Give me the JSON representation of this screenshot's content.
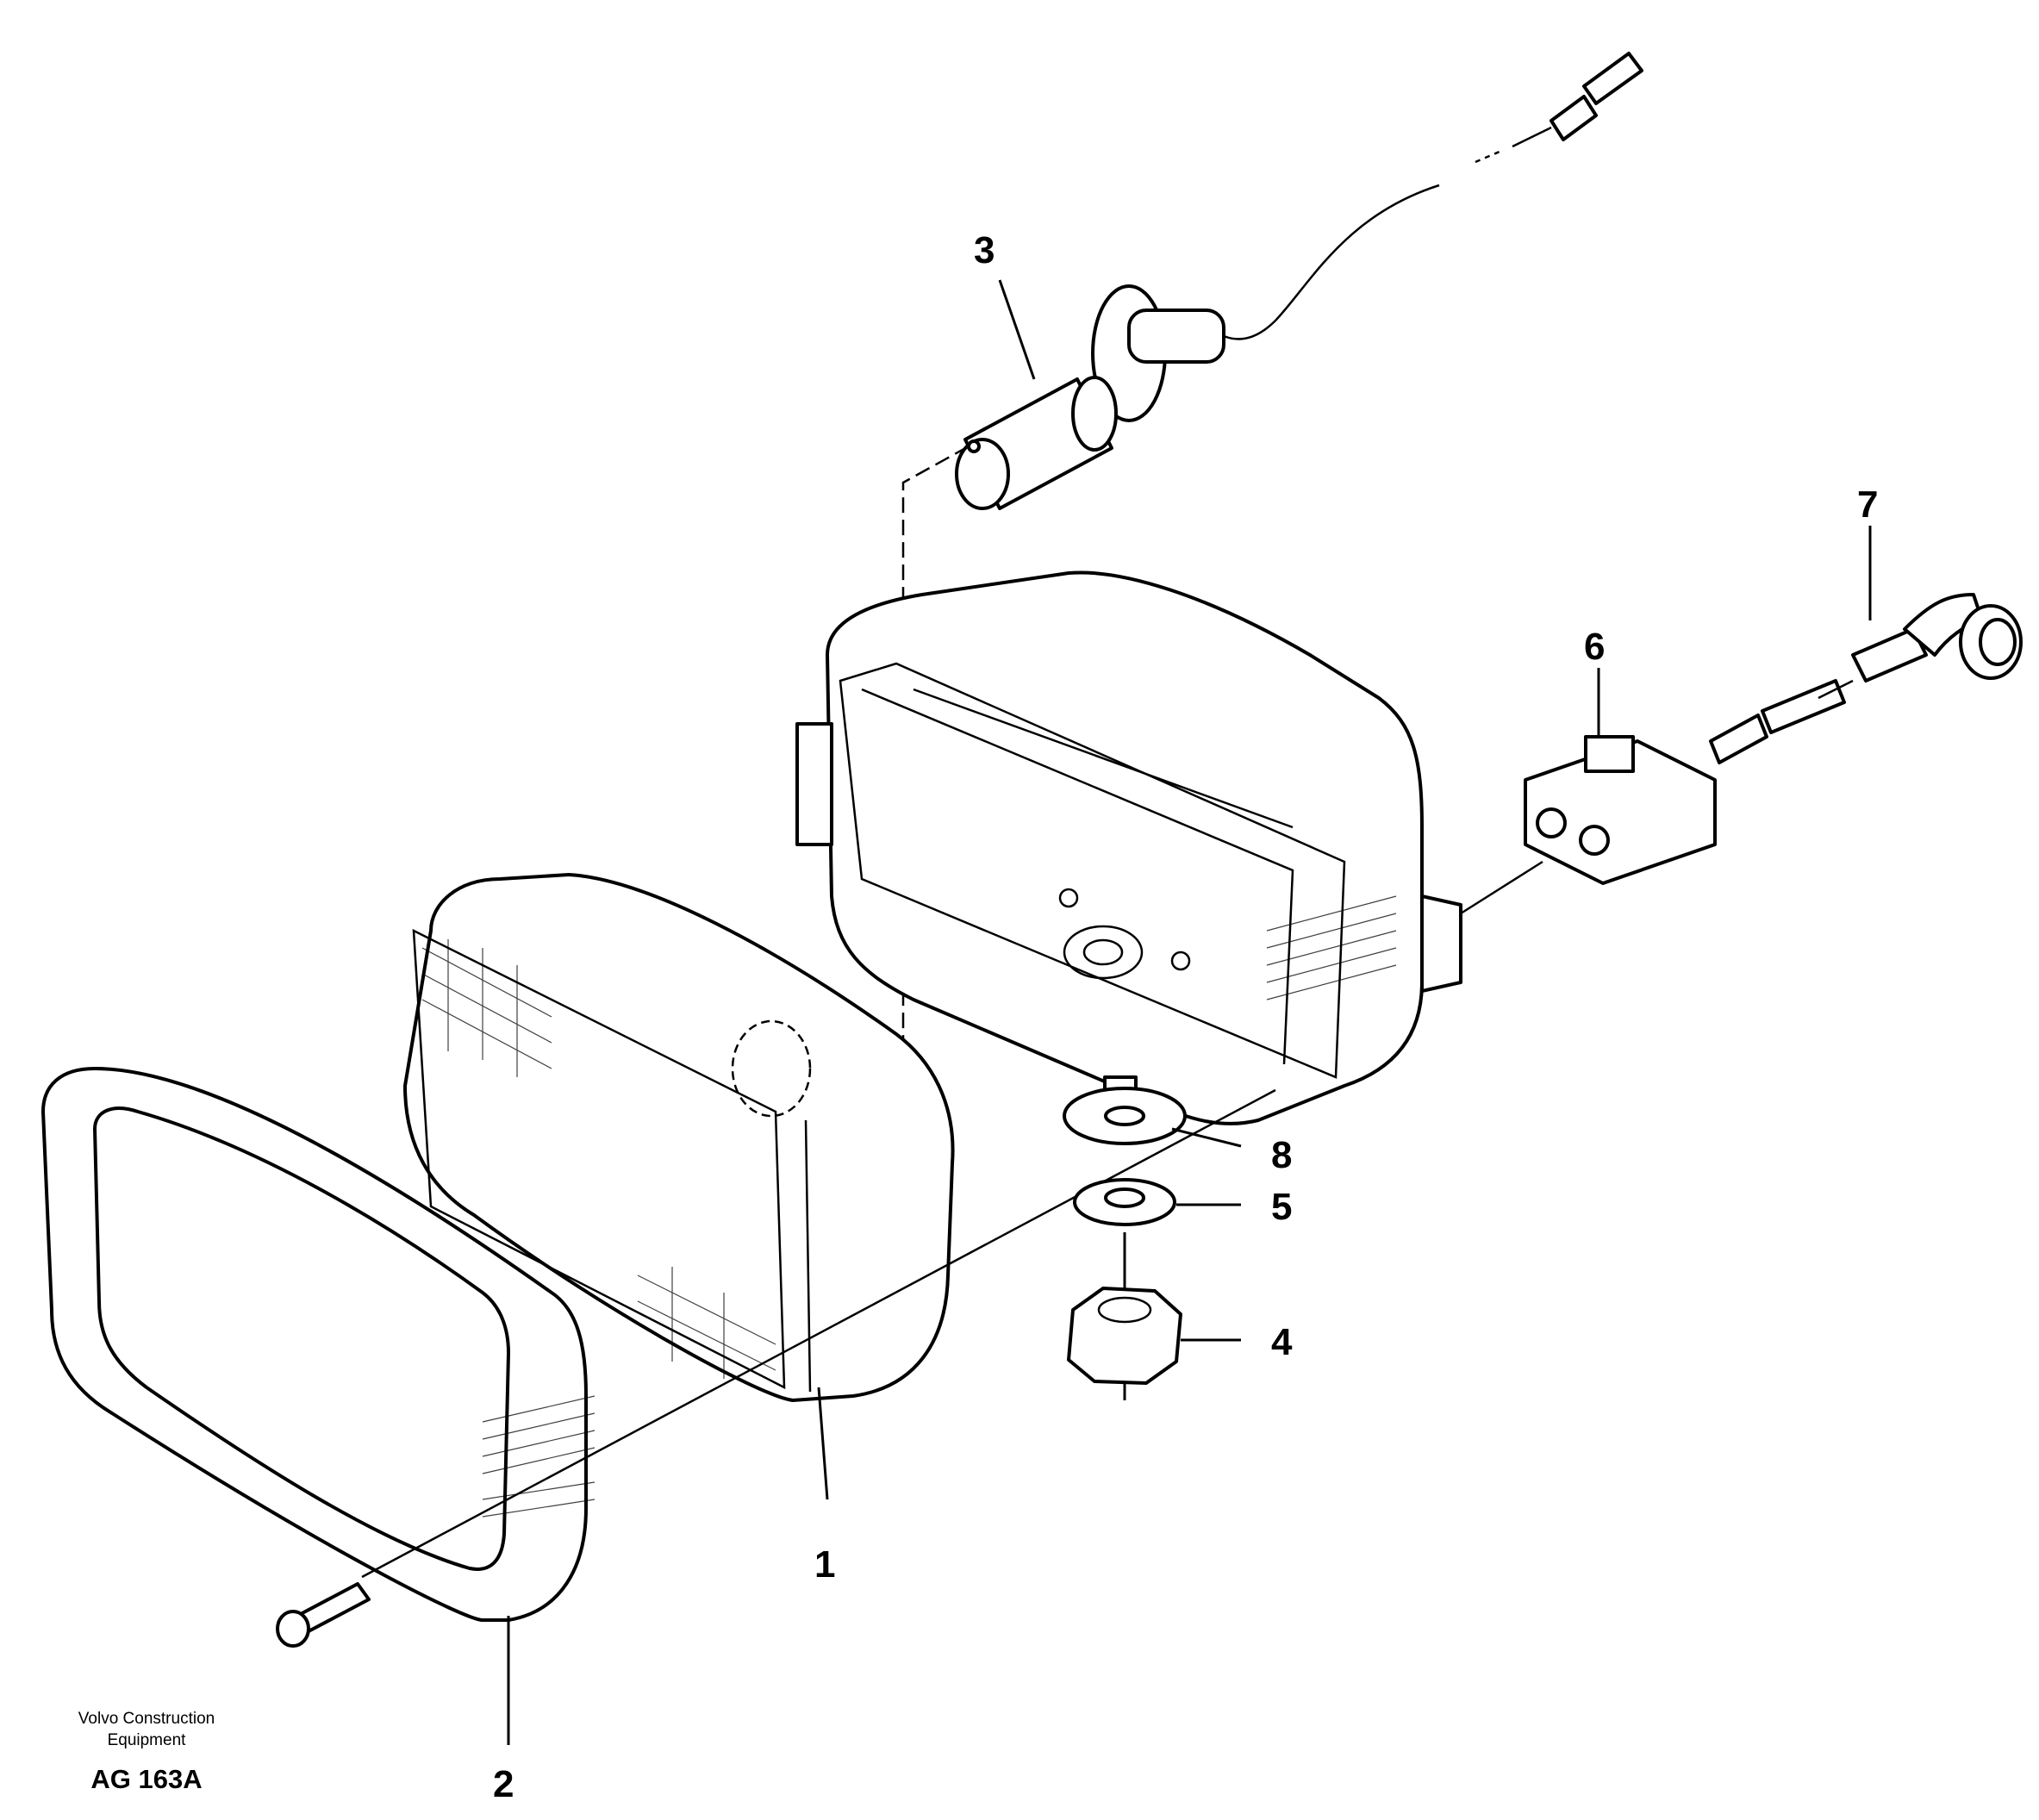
{
  "callouts": [
    {
      "label": "1"
    },
    {
      "label": "2"
    },
    {
      "label": "3"
    },
    {
      "label": "4"
    },
    {
      "label": "5"
    },
    {
      "label": "6"
    },
    {
      "label": "7"
    },
    {
      "label": "8"
    }
  ],
  "footer": {
    "company_line1": "Volvo Construction",
    "company_line2": "Equipment",
    "code": "AG 163A"
  },
  "icons": {
    "housing": "lamp-housing-icon",
    "lens": "lamp-lens-icon",
    "bezel": "lamp-bezel-icon",
    "bulb": "bulb-icon",
    "nut": "nut-icon",
    "washer": "washer-icon",
    "connector": "connector-icon",
    "elbow": "elbow-connector-icon",
    "screw": "screw-icon"
  }
}
